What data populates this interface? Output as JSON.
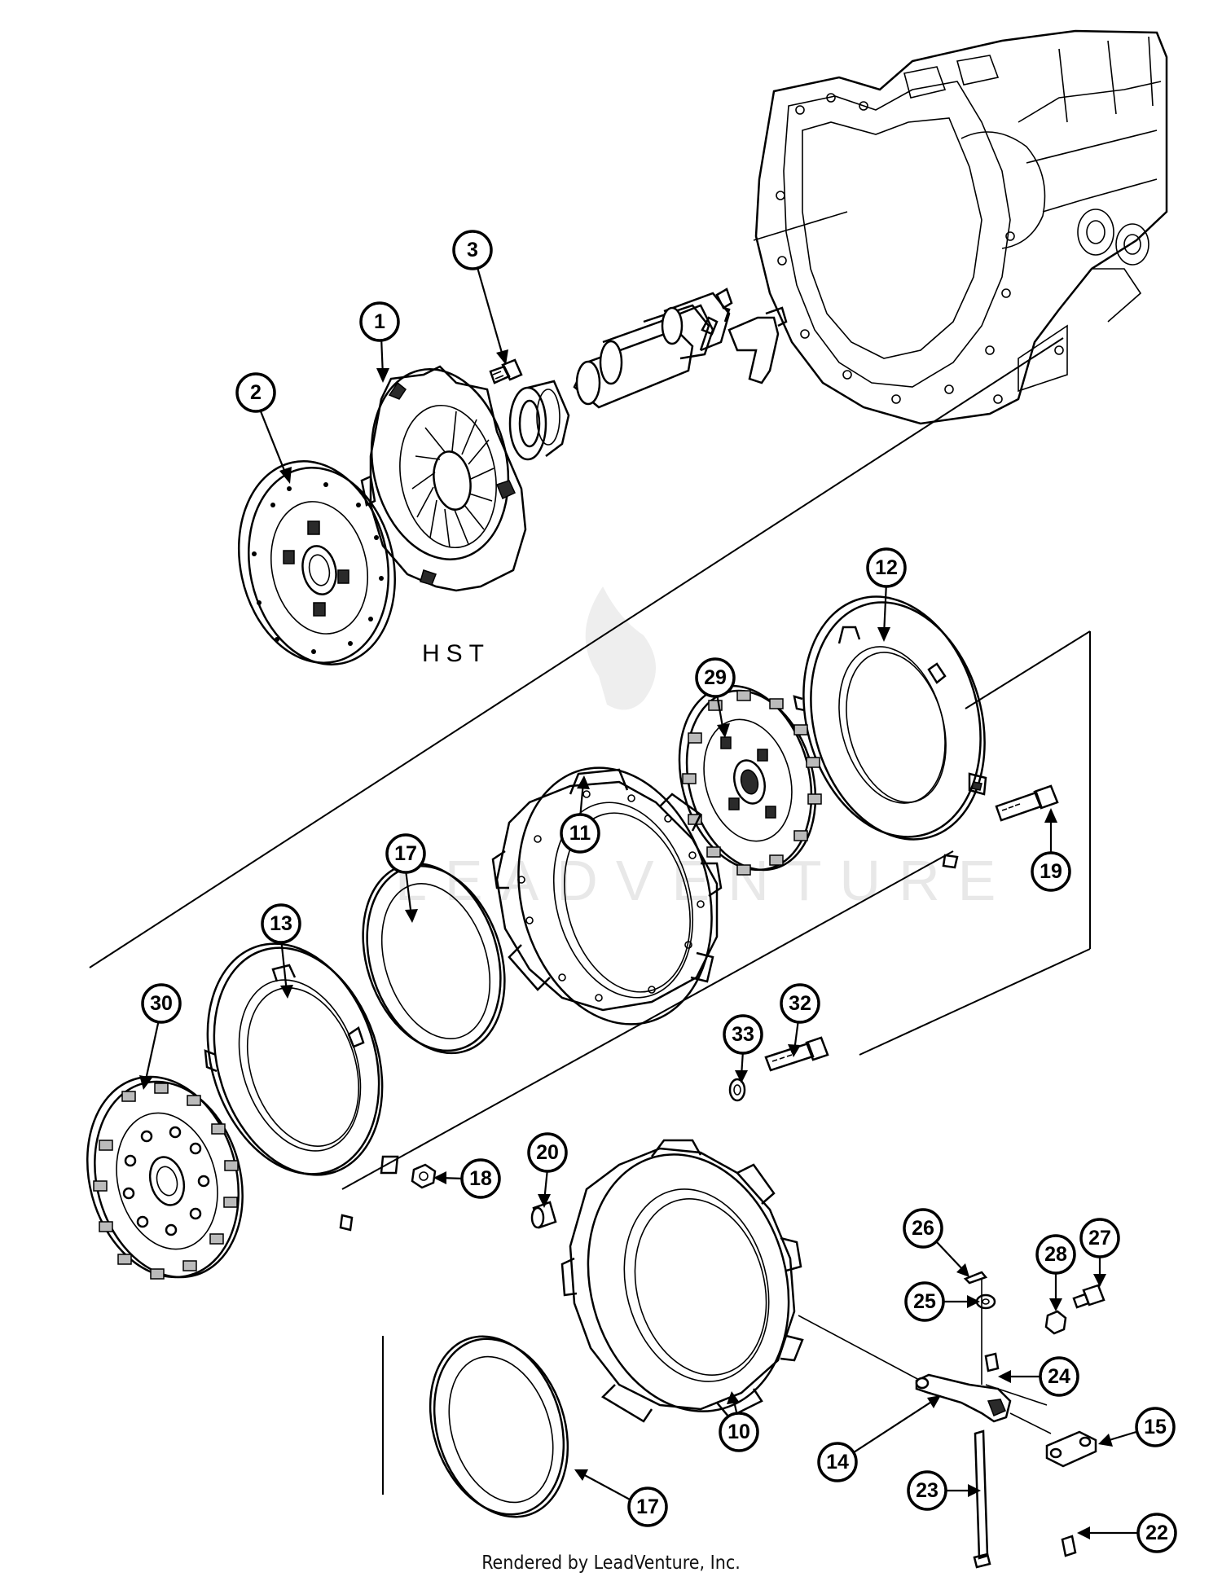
{
  "diagram": {
    "section_label": "HST",
    "footer": "Rendered by LeadVenture, Inc.",
    "watermark": "LEADVENTURE",
    "callouts": [
      "1",
      "2",
      "3",
      "10",
      "11",
      "12",
      "13",
      "14",
      "15",
      "17",
      "17",
      "18",
      "19",
      "20",
      "22",
      "23",
      "24",
      "25",
      "26",
      "27",
      "28",
      "29",
      "30",
      "32",
      "33"
    ]
  }
}
